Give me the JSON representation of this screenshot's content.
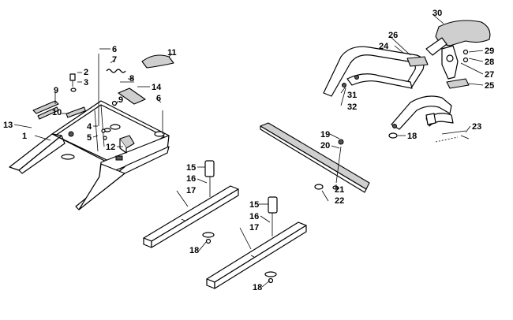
{
  "callouts": [
    {
      "id": "c1",
      "label": "1"
    },
    {
      "id": "c2",
      "label": "2"
    },
    {
      "id": "c3",
      "label": "3"
    },
    {
      "id": "c4",
      "label": "4"
    },
    {
      "id": "c5",
      "label": "5"
    },
    {
      "id": "c6a",
      "label": "6"
    },
    {
      "id": "c6b",
      "label": "6"
    },
    {
      "id": "c7",
      "label": "7"
    },
    {
      "id": "c8",
      "label": "8"
    },
    {
      "id": "c9a",
      "label": "9"
    },
    {
      "id": "c9b",
      "label": "9"
    },
    {
      "id": "c10",
      "label": "10"
    },
    {
      "id": "c11",
      "label": "11"
    },
    {
      "id": "c12",
      "label": "12"
    },
    {
      "id": "c13",
      "label": "13"
    },
    {
      "id": "c14",
      "label": "14"
    },
    {
      "id": "c15a",
      "label": "15"
    },
    {
      "id": "c15b",
      "label": "15"
    },
    {
      "id": "c16a",
      "label": "16"
    },
    {
      "id": "c16b",
      "label": "16"
    },
    {
      "id": "c17a",
      "label": "17"
    },
    {
      "id": "c17b",
      "label": "17"
    },
    {
      "id": "c18a",
      "label": "18"
    },
    {
      "id": "c18b",
      "label": "18"
    },
    {
      "id": "c18c",
      "label": "18"
    },
    {
      "id": "c19",
      "label": "19"
    },
    {
      "id": "c20",
      "label": "20"
    },
    {
      "id": "c21",
      "label": "21"
    },
    {
      "id": "c22",
      "label": "22"
    },
    {
      "id": "c23",
      "label": "23"
    },
    {
      "id": "c24",
      "label": "24"
    },
    {
      "id": "c25",
      "label": "25"
    },
    {
      "id": "c26",
      "label": "26"
    },
    {
      "id": "c27",
      "label": "27"
    },
    {
      "id": "c28",
      "label": "28"
    },
    {
      "id": "c29",
      "label": "29"
    },
    {
      "id": "c30",
      "label": "30"
    },
    {
      "id": "c31",
      "label": "31"
    },
    {
      "id": "c32",
      "label": "32"
    }
  ]
}
